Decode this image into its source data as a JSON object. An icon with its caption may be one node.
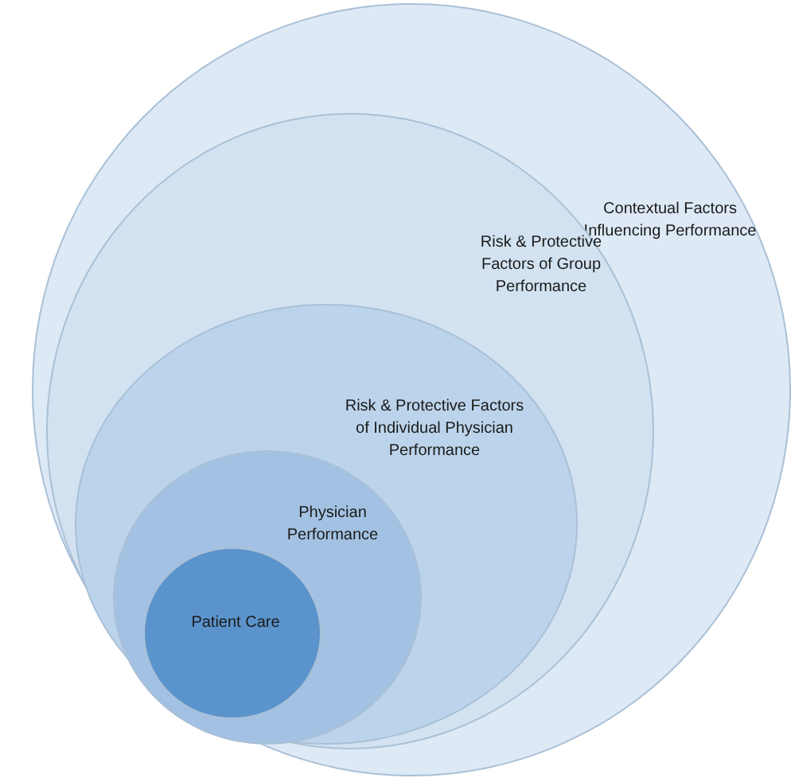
{
  "diagram": {
    "nodes": [
      {
        "text": [
          "Contextual Factors Influencing Performance"
        ]
      },
      {
        "text": [
          "Risk & Protective Factors of Group Performance"
        ],
        "in": 0
      },
      {
        "text": [
          "Risk & Protective Factors of Individual Physician Performance"
        ],
        "in": 1
      },
      {
        "text": [
          "Physician Performance"
        ],
        "in": 2
      },
      {
        "text": [
          "Patient Care"
        ],
        "in": 3
      }
    ]
  }
}
